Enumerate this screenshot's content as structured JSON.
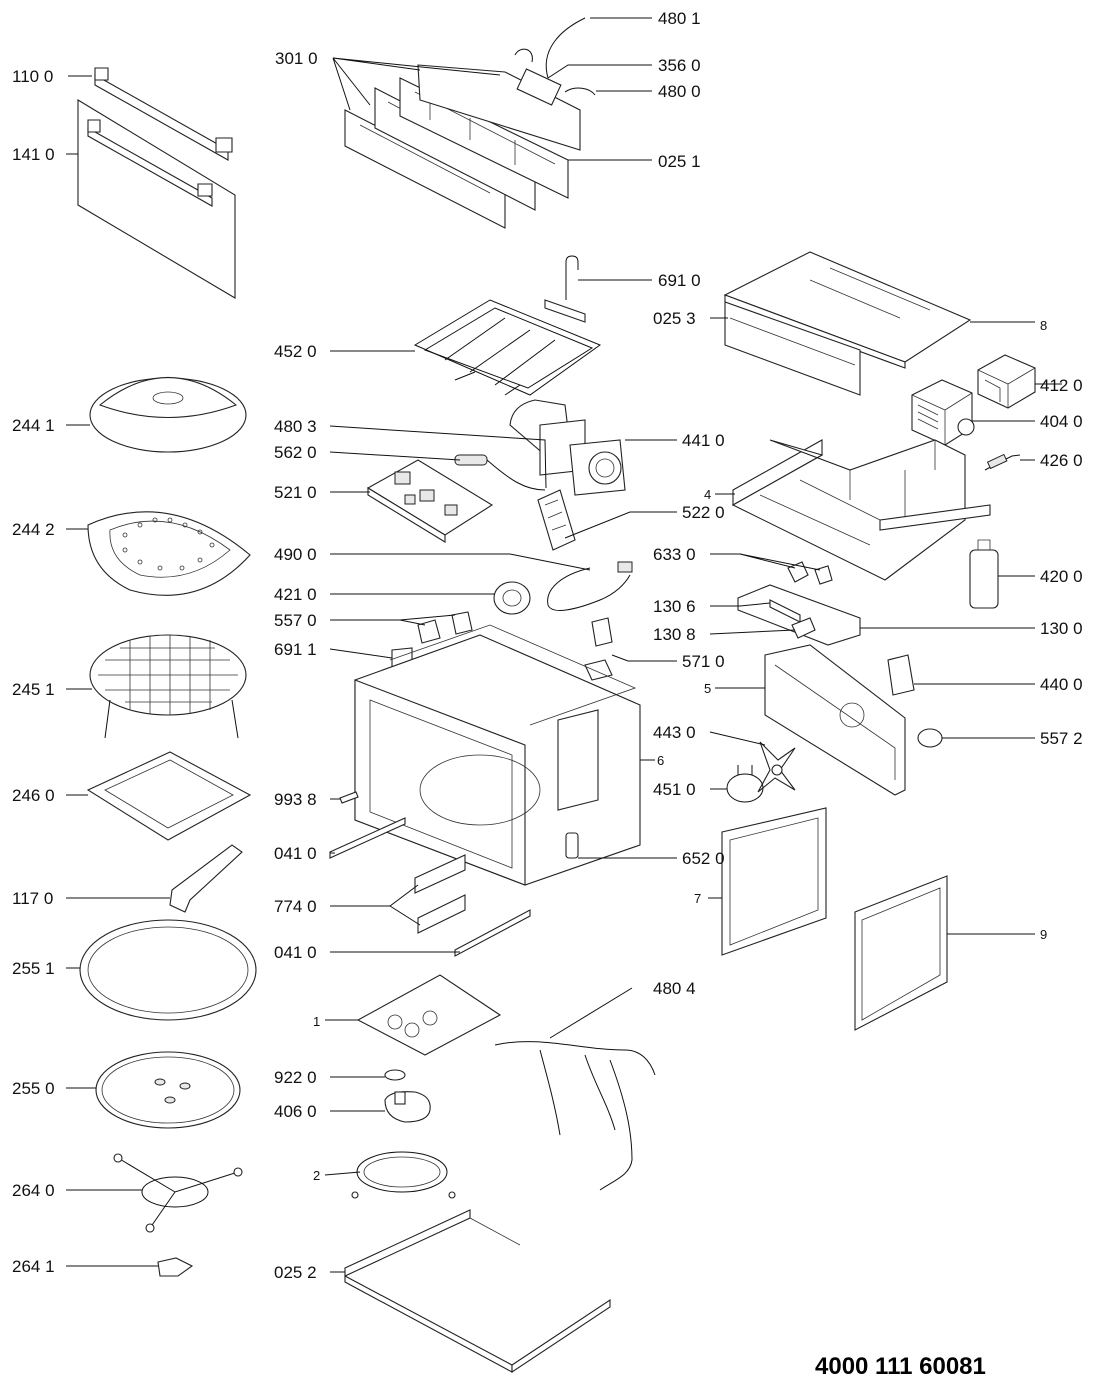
{
  "diagram": {
    "reference_number": "4000 111 60081",
    "labels": [
      "480 1",
      "301 0",
      "356 0",
      "110 0",
      "480 0",
      "141 0",
      "025 1",
      "691 0",
      "025 3",
      "8",
      "452 0",
      "412 0",
      "244 1",
      "480 3",
      "441 0",
      "404 0",
      "562 0",
      "426 0",
      "521 0",
      "4",
      "244 2",
      "522 0",
      "490 0",
      "633 0",
      "421 0",
      "420 0",
      "130 6",
      "557 0",
      "130 8",
      "130 0",
      "691 1",
      "571 0",
      "245 1",
      "5",
      "440 0",
      "443 0",
      "557 2",
      "6",
      "246 0",
      "993 8",
      "451 0",
      "041 0",
      "652 0",
      "117 0",
      "774 0",
      "7",
      "9",
      "041 0",
      "255 1",
      "480 4",
      "1",
      "922 0",
      "255 0",
      "406 0",
      "2",
      "264 0",
      "264 1",
      "025 2"
    ]
  }
}
